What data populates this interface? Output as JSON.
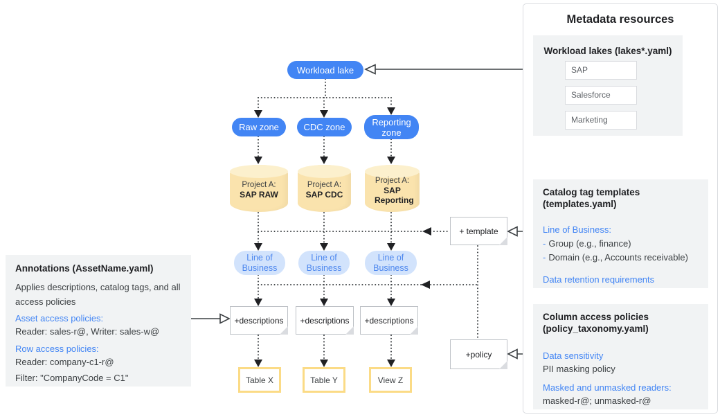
{
  "diagram": {
    "workload_lake": "Workload lake",
    "zones": [
      "Raw zone",
      "CDC zone",
      "Reporting zone"
    ],
    "projects": [
      {
        "prefix": "Project A:",
        "name": "SAP RAW"
      },
      {
        "prefix": "Project A:",
        "name": "SAP CDC"
      },
      {
        "prefix": "Project A:",
        "name": "SAP Reporting"
      }
    ],
    "lob_labels": [
      "Line of Business",
      "Line of Business",
      "Line of Business"
    ],
    "description_labels": [
      "+descriptions",
      "+descriptions",
      "+descriptions"
    ],
    "template_note": "+ template",
    "policy_note": "+policy",
    "outputs": [
      "Table X",
      "Table Y",
      "View Z"
    ]
  },
  "annotations_panel": {
    "title": "Annotations (AssetName.yaml)",
    "body": "Applies descriptions, catalog tags, and all access policies",
    "asset_heading": "Asset access policies:",
    "asset_value": "Reader: sales-r@, Writer: sales-w@",
    "row_heading": "Row access policies:",
    "row_value": "Reader: company-c1-r@",
    "filter_value": "Filter: \"CompanyCode = C1\""
  },
  "metadata_panel": {
    "title": "Metadata resources",
    "workload_lakes": {
      "title": "Workload lakes (lakes*.yaml)",
      "items": [
        "SAP",
        "Salesforce",
        "Marketing"
      ]
    },
    "catalog_templates": {
      "title_line1": "Catalog tag templates",
      "title_line2": "(templates.yaml)",
      "lob_heading": "Line of Business:",
      "bullet_marker": "-",
      "bullets": [
        "Group (e.g., finance)",
        "Domain (e.g., Accounts receivable)"
      ],
      "retention_heading": "Data retention requirements"
    },
    "column_policies": {
      "title_line1": "Column access policies",
      "title_line2": "(policy_taxonomy.yaml)",
      "sensitivity_heading": "Data sensitivity",
      "sensitivity_value": "PII masking policy",
      "readers_heading": "Masked and unmasked readers:",
      "readers_value": "masked-r@; unmasked-r@"
    }
  },
  "colors": {
    "primary_blue": "#4285F4",
    "light_blue": "#D2E3FC",
    "cylinder_yellow": "#FAE3AD",
    "output_border_yellow": "#FBDB86",
    "panel_gray": "#F1F3F4"
  }
}
